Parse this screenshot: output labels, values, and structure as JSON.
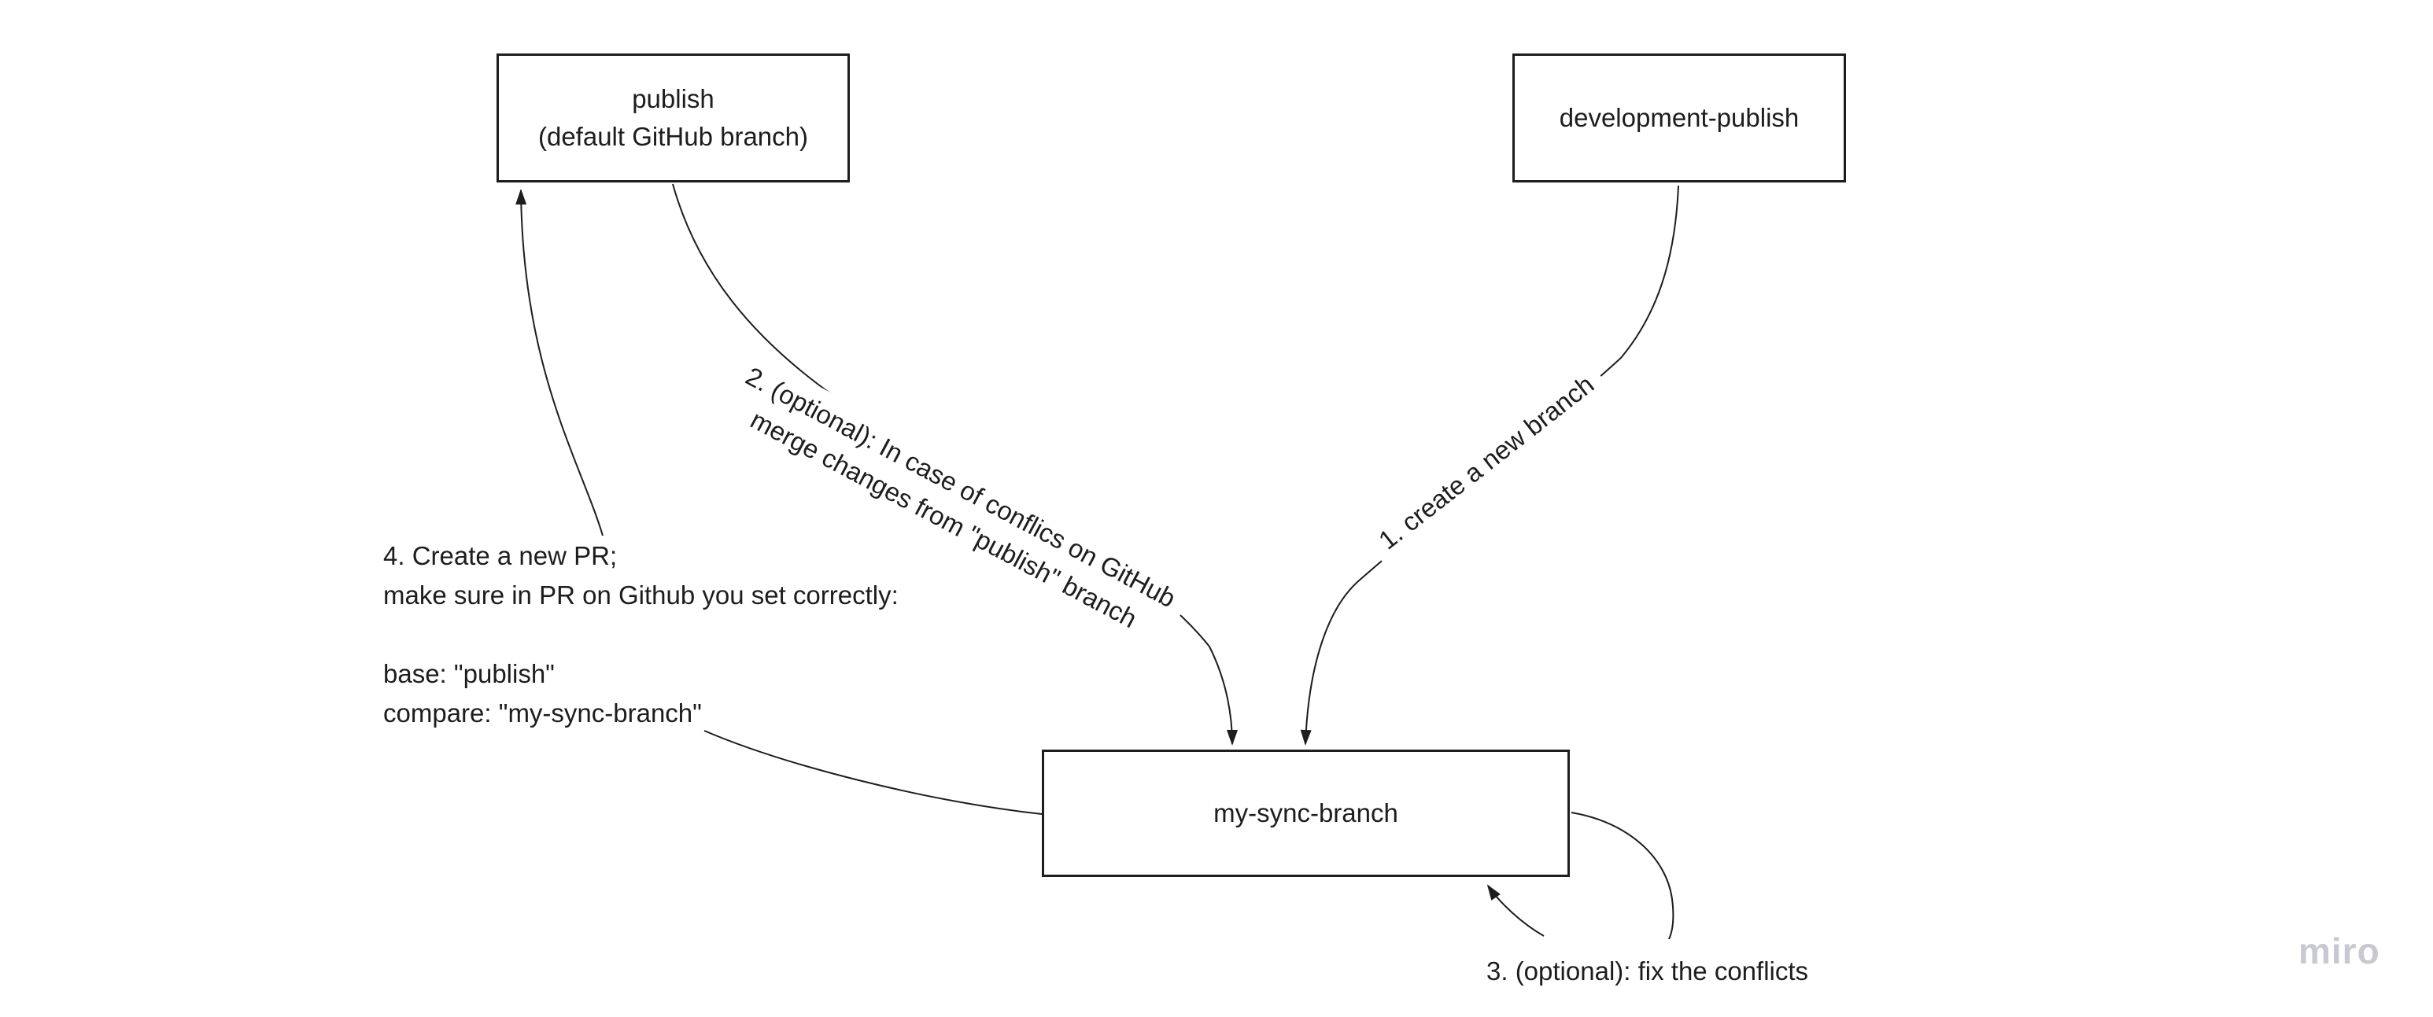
{
  "board": {
    "background": "#ffffff",
    "watermark": "miro"
  },
  "colors": {
    "stroke": "#1d1d1d",
    "text": "#1d1d1d",
    "watermark": "#c8c8d2"
  },
  "nodes": [
    {
      "id": "publish",
      "label": "publish\n(default GitHub branch)"
    },
    {
      "id": "development-publish",
      "label": "development-publish"
    },
    {
      "id": "my-sync-branch",
      "label": "my-sync-branch"
    }
  ],
  "connectors": [
    {
      "id": "step-1",
      "from": "development-publish",
      "to": "my-sync-branch",
      "label": "1. create a new branch"
    },
    {
      "id": "step-2",
      "from": "publish",
      "to": "my-sync-branch",
      "label": "2. (optional): In case of conflics on GitHub\nmerge changes from \"publish\" branch"
    },
    {
      "id": "step-3",
      "from": "my-sync-branch",
      "to": "my-sync-branch",
      "label": "3. (optional): fix the conflicts"
    },
    {
      "id": "step-4",
      "from": "my-sync-branch",
      "to": "publish",
      "label": "4. Create a new PR;\nmake sure in PR on Github you set correctly:\n\nbase: \"publish\"\ncompare: \"my-sync-branch\""
    }
  ]
}
